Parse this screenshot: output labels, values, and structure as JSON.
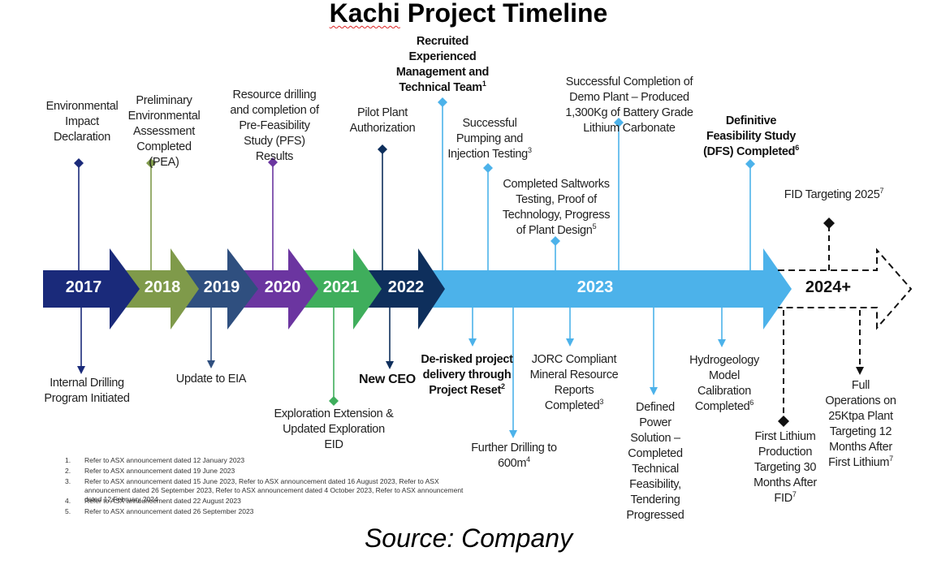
{
  "title": {
    "word1": "Kachi",
    "rest": " Project Timeline"
  },
  "source": "Source: Company",
  "years": [
    "2017",
    "2018",
    "2019",
    "2020",
    "2021",
    "2022",
    "2023",
    "2024+"
  ],
  "colors": {
    "y2017": "#1a2a7a",
    "y2018": "#7f9a4a",
    "y2019": "#2f4f7f",
    "y2020": "#6b35a0",
    "y2021": "#3fae5c",
    "y2022": "#0e2f5c",
    "y2023": "#4cb2ea",
    "future": "#111111"
  },
  "events_above": [
    {
      "id": "env-impact",
      "text": "Environmental Impact Declaration"
    },
    {
      "id": "pea",
      "text": "Preliminary Environmental Assessment Completed (PEA)"
    },
    {
      "id": "pfs",
      "text": "Resource drilling and completion of Pre-Feasibility Study (PFS) Results"
    },
    {
      "id": "pilot",
      "text": "Pilot Plant Authorization"
    },
    {
      "id": "recruited",
      "text": "Recruited Experienced Management and Technical Team",
      "sup": "1"
    },
    {
      "id": "pumping",
      "text": "Successful Pumping and Injection Testing",
      "sup": "3"
    },
    {
      "id": "saltworks",
      "text": "Completed Saltworks Testing, Proof of Technology, Progress of Plant Design",
      "sup": "5"
    },
    {
      "id": "demo",
      "text": "Successful Completion of Demo Plant – Produced 1,300Kg of Battery Grade Lithium Carbonate"
    },
    {
      "id": "dfs",
      "text": "Definitive Feasibility Study (DFS) Completed",
      "sup": "6"
    },
    {
      "id": "fid",
      "text": "FID Targeting 2025",
      "sup": "7"
    }
  ],
  "events_below": [
    {
      "id": "drilling",
      "text": "Internal Drilling Program Initiated"
    },
    {
      "id": "eia",
      "text": "Update to EIA"
    },
    {
      "id": "exploration",
      "text": "Exploration Extension & Updated Exploration EID"
    },
    {
      "id": "ceo",
      "text": "New CEO"
    },
    {
      "id": "derisked",
      "text": "De-risked project delivery through Project Reset",
      "sup": "2"
    },
    {
      "id": "further",
      "text": "Further Drilling to 600m",
      "sup": "4"
    },
    {
      "id": "jorc",
      "text": "JORC Compliant Mineral Resource Reports Completed",
      "sup": "3"
    },
    {
      "id": "power",
      "text": "Defined Power Solution – Completed Technical Feasibility, Tendering Progressed"
    },
    {
      "id": "hydro",
      "text": "Hydrogeology Model Calibration Completed",
      "sup": "6"
    },
    {
      "id": "first-lithium",
      "text": "First Lithium Production Targeting 30 Months After FID",
      "sup": "7"
    },
    {
      "id": "full-ops",
      "text": "Full Operations on 25Ktpa Plant Targeting 12 Months After First Lithium",
      "sup": "7"
    }
  ],
  "footnotes": [
    {
      "n": "1.",
      "t": "Refer to ASX announcement dated 12 January 2023"
    },
    {
      "n": "2.",
      "t": "Refer to ASX announcement dated 19 June 2023"
    },
    {
      "n": "3.",
      "t": "Refer to ASX announcement dated 15 June 2023, Refer to ASX announcement dated 16 August 2023, Refer to ASX announcement dated 26 September 2023, Refer to ASX announcement dated 4 October 2023, Refer to ASX announcement dated 12 February 2024"
    },
    {
      "n": "4.",
      "t": "Refer to ASX announcement dated 22 August 2023"
    },
    {
      "n": "5.",
      "t": "Refer to ASX announcement dated 26 September 2023"
    }
  ]
}
